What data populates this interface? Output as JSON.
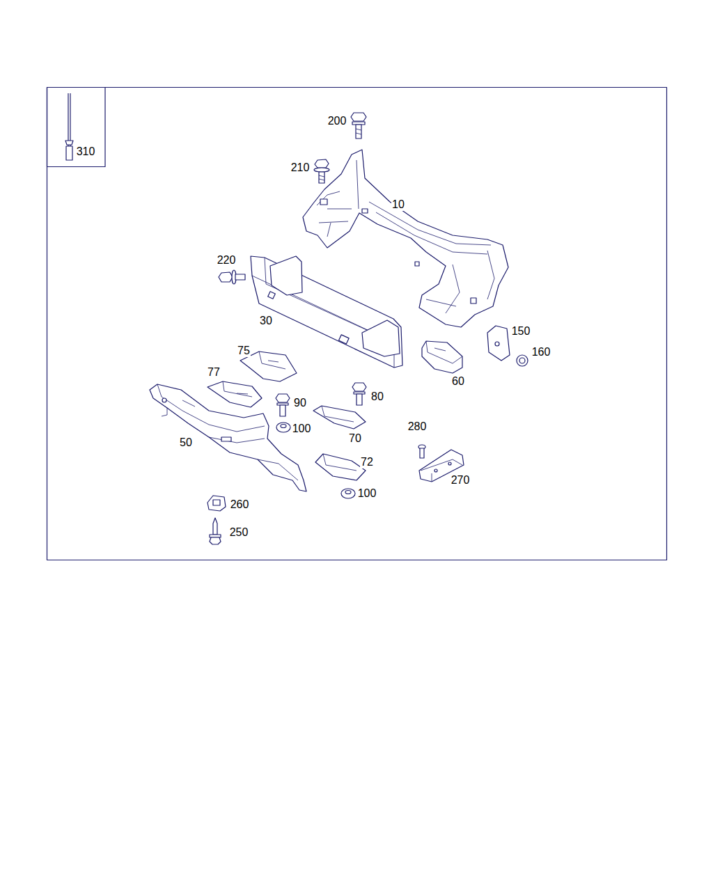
{
  "diagram": {
    "labels": [
      "310",
      "200",
      "210",
      "10",
      "220",
      "30",
      "150",
      "160",
      "60",
      "75",
      "77",
      "90",
      "80",
      "100",
      "70",
      "50",
      "280",
      "270",
      "72",
      "100",
      "260",
      "250"
    ]
  }
}
